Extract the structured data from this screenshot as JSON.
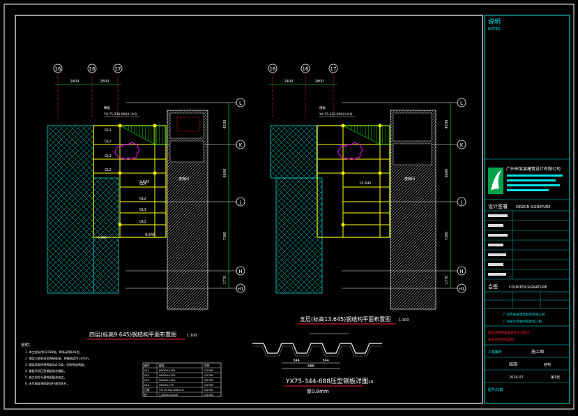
{
  "left_plan": {
    "axes_top": [
      "16",
      "16",
      "17"
    ],
    "dims_top": [
      "2400",
      "2800"
    ],
    "callout": "YX-75-230-690(I)-0.8",
    "callout_prefix": "楼板",
    "right_axes": [
      "L",
      "K",
      "J",
      "H",
      "H1"
    ],
    "right_dims": [
      "4200",
      "6600",
      "7300",
      "1770"
    ],
    "stair_label": "楼梯间",
    "beams": [
      "GL1",
      "GL2",
      "GL3",
      "GL2",
      "GL4",
      "GL2",
      "GL3",
      "GL2"
    ],
    "elev": "9.645",
    "dim_small": "3.900",
    "title": "四层(标高9.645)钢结构平面布置图",
    "scale": "1:100"
  },
  "right_plan": {
    "axes_top": [
      "16",
      "16",
      "17"
    ],
    "dims_top": [
      "2400",
      "2800"
    ],
    "callout": "YX-75-230-690(I)-0.8",
    "callout_prefix": "楼板",
    "right_axes": [
      "L",
      "K",
      "J",
      "H",
      "H1"
    ],
    "right_dims": [
      "4200",
      "6600",
      "7300",
      "1770"
    ],
    "stair_label": "楼梯间",
    "elev": "13.645",
    "title": "五层(标高13.645)钢结构平面布置图",
    "scale": "1:100"
  },
  "detail": {
    "title": "YX75-344-688压型钢板详图",
    "scale": "1:10",
    "thickness": "厚0.8mm",
    "dims": [
      "344",
      "344",
      "688"
    ]
  },
  "notes": {
    "heading": "说明：",
    "lines": [
      "1. 本工程采用Q235B钢，焊条采用E43型。",
      "2. 钢梁与钢柱采用焊接连接，焊缝高度hf=6mm。",
      "3. 钢梁表面除锈等级Sa2.5级，涂防锈漆两道。",
      "4. 楼板采用压型钢板组合楼板。",
      "5. 施工时应与建筑图配合施工。",
      "6. 未尽事宜按国家现行规范执行。"
    ]
  },
  "beam_table": {
    "headers": [
      "编号",
      "截面",
      "材质"
    ],
    "rows": [
      [
        "GL1",
        "HN300×150",
        "Q235B"
      ],
      [
        "GL2",
        "HN250×125",
        "Q235B"
      ],
      [
        "GL3",
        "HN200×100",
        "Q235B"
      ],
      [
        "GL4",
        "HN150×75",
        "Q235B"
      ],
      [
        "压板",
        "YX-75-344-688-0.8",
        "Q235B"
      ],
      [
        "柱",
        "□200×200×8",
        "Q235B"
      ]
    ]
  },
  "title_block": {
    "notes_title": "说明",
    "notes_title_en": "NOTES",
    "company": "广州市某某建筑设计有限公司",
    "sign_title": "设计签署",
    "sign_title_en": "DESIGN SIGNATURE",
    "cosign_title": "会签",
    "cosign_title_en": "COUNTER-SIGNATURE",
    "project_line1": "广州市某某建筑装饰有限公司",
    "project_line2": "广州某大学图书馆改造工程",
    "warning_line1": "图纸须经审核盖章后方可施工",
    "warning_line2": "未经许可不得复制",
    "stage_label": "工程编号",
    "stage": "施工图",
    "drawing_label": "结施",
    "sheet_no": "结构",
    "date": "2016.07",
    "sheet_count": "第1张",
    "footer": "图号/日期"
  },
  "colors": {
    "cyan": "#00e5e5",
    "green": "#00ff00",
    "yellow": "#ffff00",
    "red": "#ff2020",
    "magenta": "#ff00ff",
    "white": "#ffffff",
    "grey": "#9a9a9a"
  }
}
